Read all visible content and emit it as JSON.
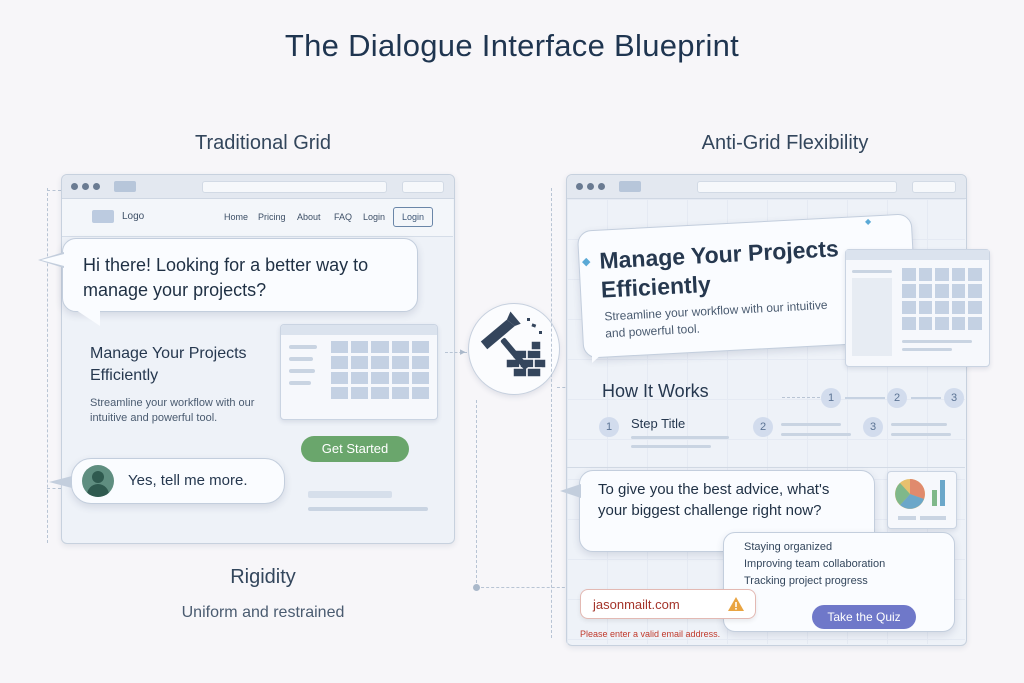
{
  "title": "The Dialogue Interface Blueprint",
  "left_panel": {
    "heading": "Traditional Grid",
    "nav": {
      "logo": "Logo",
      "items": [
        "Home",
        "Pricing",
        "About",
        "FAQ",
        "Login"
      ],
      "login_button": "Login"
    },
    "bubble_question": "Hi there! Looking for a better way to manage your projects?",
    "hero_title": "Manage Your Projects Efficiently",
    "hero_subtitle": "Streamline your workflow with our intuitive and powerful tool.",
    "cta": "Get Started",
    "reply": "Yes, tell me more.",
    "caption_title": "Rigidity",
    "caption_subtitle": "Uniform and restrained"
  },
  "right_panel": {
    "heading": "Anti-Grid Flexibility",
    "hero_title": "Manage Your Projects Efficiently",
    "hero_subtitle": "Streamline your workflow with our intuitive and powerful tool.",
    "how_it_works": "How It Works",
    "step_title": "Step Title",
    "step_numbers": [
      "1",
      "2",
      "3"
    ],
    "question": "To give you the best advice, what's your biggest challenge right now?",
    "options": [
      "Staying organized",
      "Improving team collaboration",
      "Tracking project progress"
    ],
    "email_value": "jasonmailt.com",
    "email_error": "Please enter a valid email address.",
    "quiz_button": "Take the Quiz"
  },
  "colors": {
    "accent_green": "#6aa66c",
    "accent_purple": "#6f78c9",
    "error_red": "#c0392b",
    "title_navy": "#1f3550"
  },
  "icons": [
    "hammer-breaking-bricks-icon",
    "warning-icon",
    "avatar-icon",
    "pie-chart-icon"
  ]
}
